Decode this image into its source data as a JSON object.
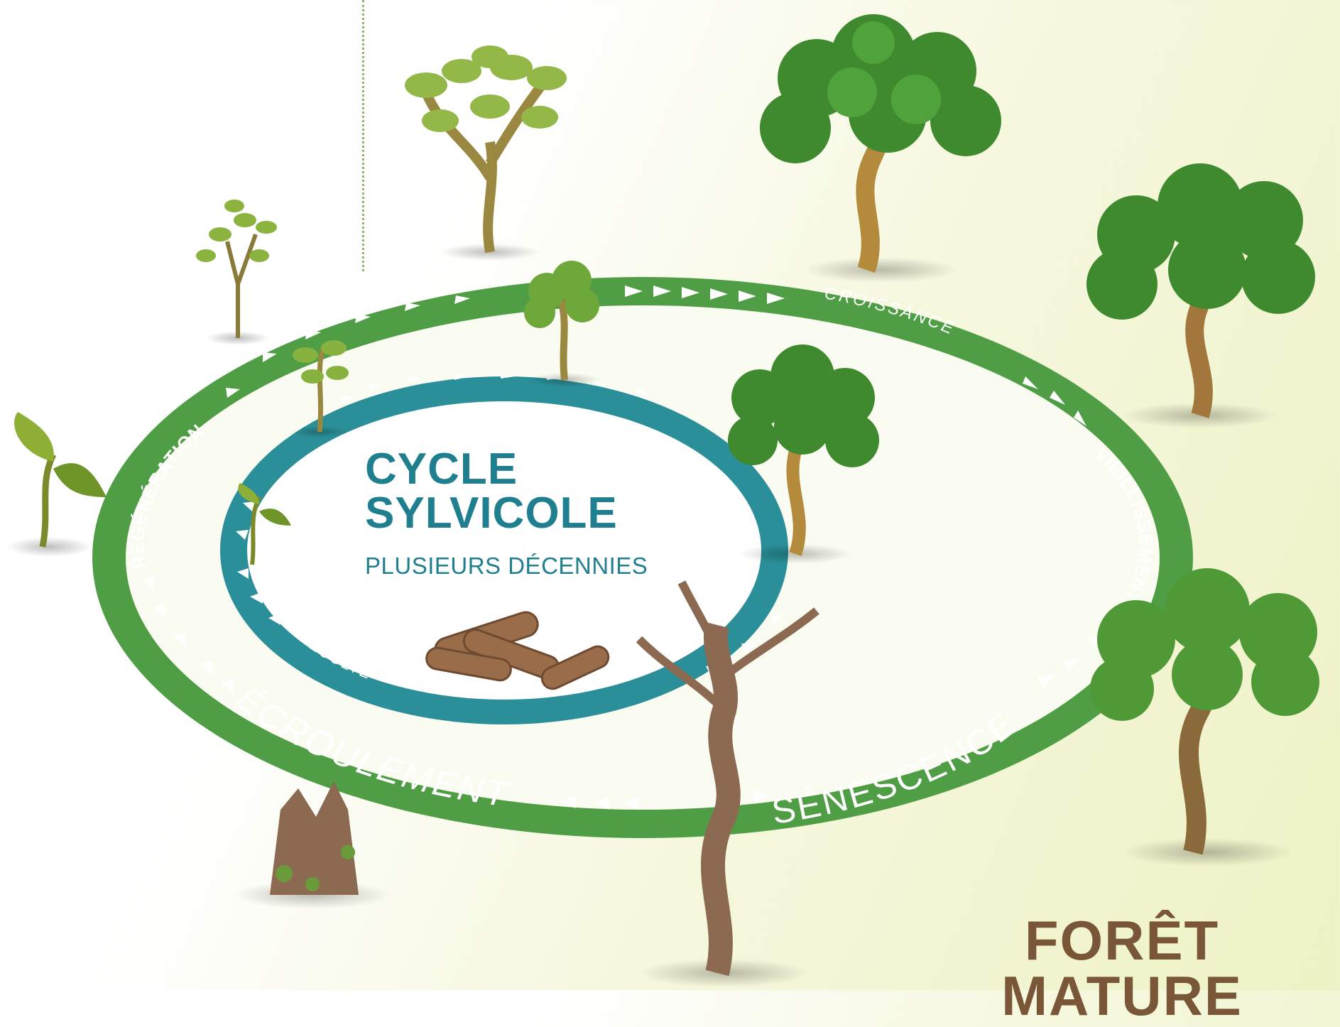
{
  "outer_cycle": {
    "stages": {
      "croissance": "CROISSANCE",
      "vieillissement": "VIEILLISSEMENT",
      "senescence": "SÉNESCENCE",
      "ecroulement": "ÉCROULEMENT",
      "regeneration": "RÉGÉNÉRATION"
    },
    "color": "#4f9e45"
  },
  "inner_cycle": {
    "title_line1": "CYCLE",
    "title_line2": "SYLVICOLE",
    "subtitle": "PLUSIEURS DÉCENNIES",
    "harvest_label": "RÉCOLTE",
    "color": "#2a8f98"
  },
  "mature_forest": {
    "line1": "FORÊT",
    "line2": "MATURE"
  }
}
